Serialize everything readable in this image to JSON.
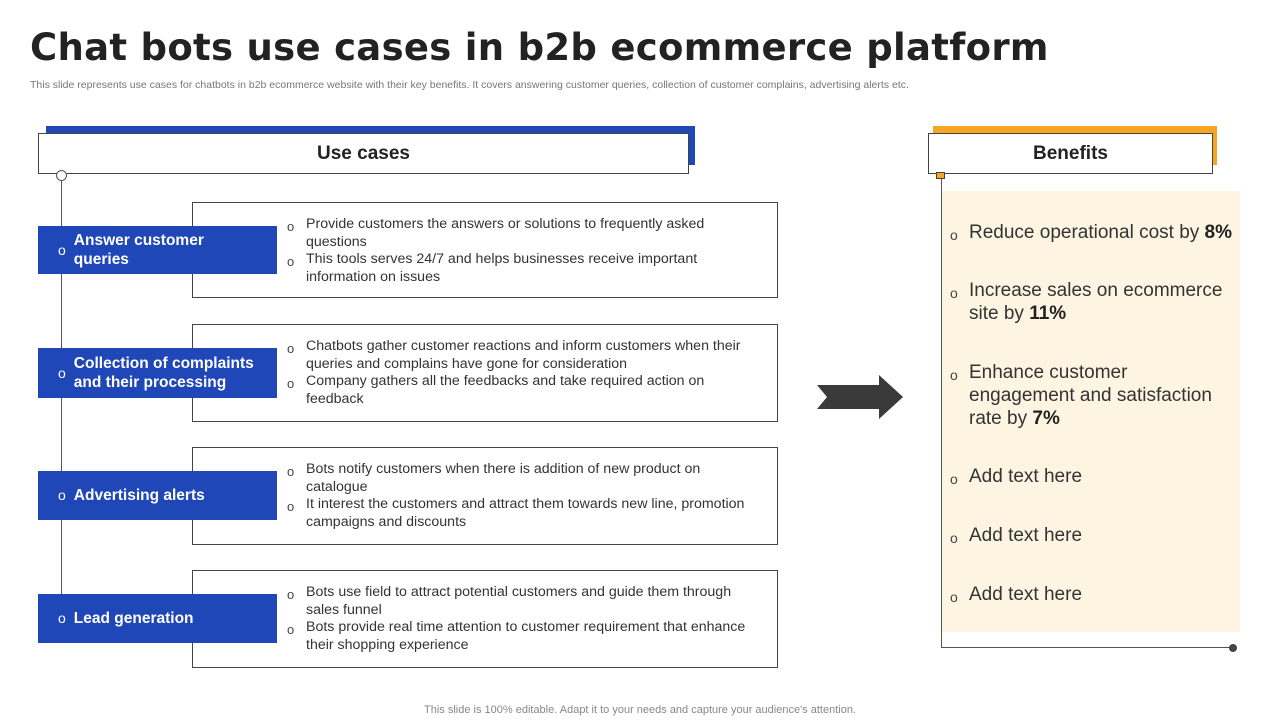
{
  "title": "Chat bots use cases in b2b ecommerce platform",
  "subtitle": "This slide represents use cases for chatbots in b2b ecommerce website with their key benefits. It covers answering customer queries, collection of customer complains, advertising alerts etc.",
  "use_cases_header": "Use cases",
  "benefits_header": "Benefits",
  "bullet_glyph": "o",
  "colors": {
    "blue": "#1f47b8",
    "orange": "#f5a623",
    "cream": "#fdf5e2"
  },
  "use_cases": [
    {
      "label": "Answer customer queries",
      "items": [
        "Provide customers the answers or solutions to frequently asked questions",
        "This tools serves 24/7 and helps businesses receive important information on issues"
      ]
    },
    {
      "label": "Collection of complaints and their processing",
      "items": [
        "Chatbots gather customer reactions and inform customers when their queries and complains have gone for consideration",
        "Company gathers all the feedbacks and take required action on feedback"
      ]
    },
    {
      "label": "Advertising alerts",
      "items": [
        "Bots notify customers when there is addition of new product on catalogue",
        "It interest the customers and attract them towards new line, promotion campaigns and discounts"
      ]
    },
    {
      "label": "Lead generation",
      "items": [
        "Bots use field to attract potential customers and guide them through sales funnel",
        "Bots provide real time attention to customer requirement that enhance their shopping experience"
      ]
    }
  ],
  "benefits": [
    {
      "text": "Reduce operational cost by ",
      "highlight": "8%"
    },
    {
      "text": "Increase sales on ecommerce site by ",
      "highlight": "11%"
    },
    {
      "text": "Enhance customer engagement and satisfaction rate by ",
      "highlight": "7%"
    },
    {
      "text": "Add text here",
      "highlight": ""
    },
    {
      "text": "Add text here",
      "highlight": ""
    },
    {
      "text": "Add text here",
      "highlight": ""
    }
  ],
  "footer": "This slide is 100% editable. Adapt it to your needs and capture your audience's attention."
}
